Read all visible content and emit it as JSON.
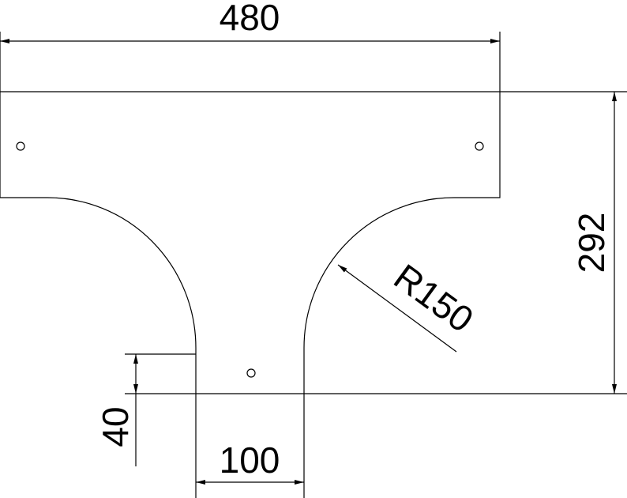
{
  "drawing": {
    "dimensions": {
      "width": "480",
      "height": "292",
      "radius": "R150",
      "branch_width": "100",
      "branch_length": "40"
    },
    "line_color": "#000000",
    "background": "#ffffff"
  }
}
